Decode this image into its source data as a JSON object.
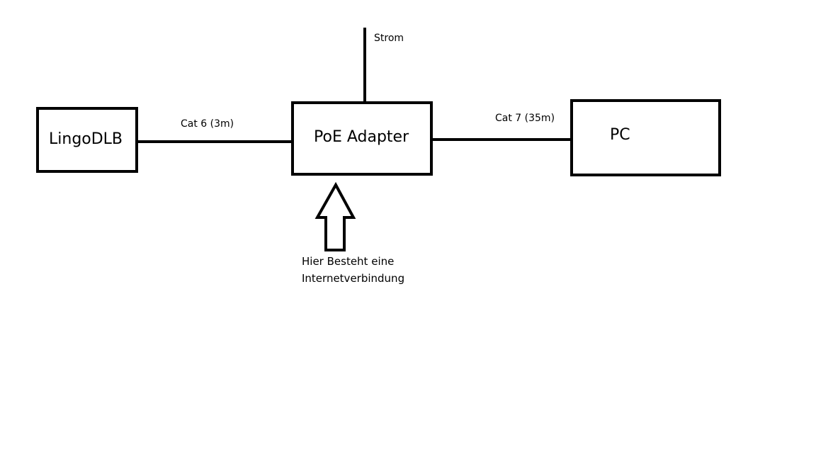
{
  "diagram": {
    "nodes": {
      "lingo": {
        "label": "LingoDLB"
      },
      "poe": {
        "label": "PoE Adapter"
      },
      "pc": {
        "label": "PC"
      }
    },
    "edges": {
      "lingo_poe": {
        "label": "Cat 6 (3m)"
      },
      "poe_pc": {
        "label": "Cat 7 (35m)"
      },
      "power": {
        "label": "Strom"
      }
    },
    "annotation": {
      "line1": "Hier Besteht eine",
      "line2": "Internetverbindung",
      "icon": "arrow-up-icon"
    }
  }
}
